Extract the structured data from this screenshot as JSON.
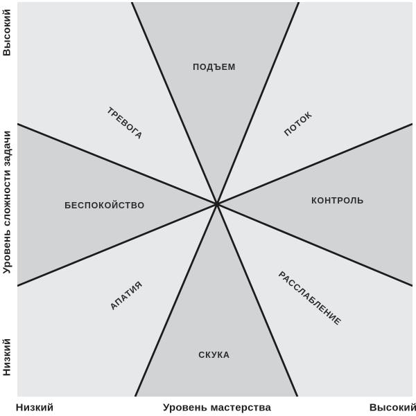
{
  "diagram": {
    "sectors": [
      {
        "id": "arousal",
        "label": "ПОДЪЕМ"
      },
      {
        "id": "flow",
        "label": "ПОТОК"
      },
      {
        "id": "control",
        "label": "КОНТРОЛЬ"
      },
      {
        "id": "relaxation",
        "label": "РАССЛАБЛЕНИЕ"
      },
      {
        "id": "boredom",
        "label": "СКУКА"
      },
      {
        "id": "apathy",
        "label": "АПАТИЯ"
      },
      {
        "id": "worry",
        "label": "БЕСПОКОЙСТВО"
      },
      {
        "id": "anxiety",
        "label": "ТРЕВОГА"
      }
    ],
    "axes": {
      "y": {
        "title": "Уровень сложности задачи",
        "high": "Высокий",
        "low": "Низкий"
      },
      "x": {
        "title": "Уровень мастерства",
        "low": "Низкий",
        "high": "Высокий"
      }
    },
    "colors": {
      "background": "#ffffff",
      "sector_light": "#e7e8ea",
      "sector_dark": "#d2d3d5",
      "divider_line": "#1c1c1c",
      "text": "#2b2b2b"
    }
  }
}
